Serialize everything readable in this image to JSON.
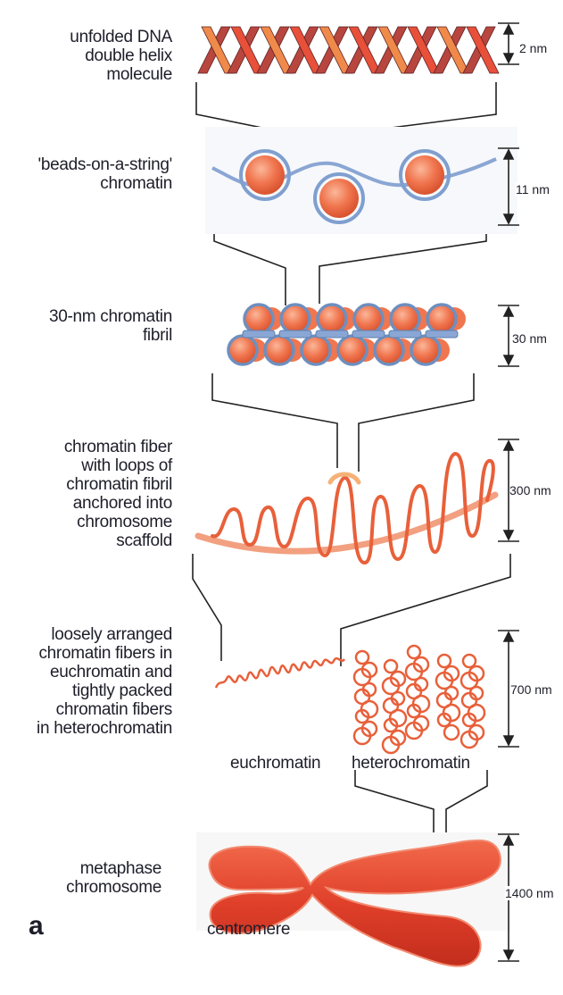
{
  "figure": {
    "panel_letter": "a",
    "stages": [
      {
        "id": "dna",
        "label_lines": [
          "unfolded DNA",
          "double helix",
          "molecule"
        ],
        "scale": "2 nm"
      },
      {
        "id": "beads",
        "label_lines": [
          "'beads-on-a-string'",
          "chromatin"
        ],
        "scale": "11 nm"
      },
      {
        "id": "fibril",
        "label_lines": [
          "30-nm chromatin",
          "fibril"
        ],
        "scale": "30 nm"
      },
      {
        "id": "fiber",
        "label_lines": [
          "chromatin fiber",
          "with loops of",
          "chromatin fibril",
          "anchored into",
          "chromosome",
          "scaffold"
        ],
        "scale": "300 nm"
      },
      {
        "id": "packed",
        "label_lines": [
          "loosely arranged",
          "chromatin fibers in",
          "euchromatin and",
          "tightly packed",
          "chromatin fibers",
          "in heterochromatin"
        ],
        "scale": "700 nm"
      },
      {
        "id": "chromosome",
        "label_lines": [
          "metaphase",
          "chromosome"
        ],
        "scale": "1400 nm"
      }
    ],
    "annotations": {
      "euchromatin": "euchromatin",
      "heterochromatin": "heterochromatin",
      "centromere": "centromere"
    },
    "colors": {
      "dna_dark": "#b8463f",
      "dna_light": "#f08a4b",
      "histone": "#f0764f",
      "linker": "#7f9fcf",
      "fiber": "#e8603a",
      "scaffold": "#f2a080",
      "chromosome": "#e0402a",
      "text": "#1e1e2a"
    }
  }
}
